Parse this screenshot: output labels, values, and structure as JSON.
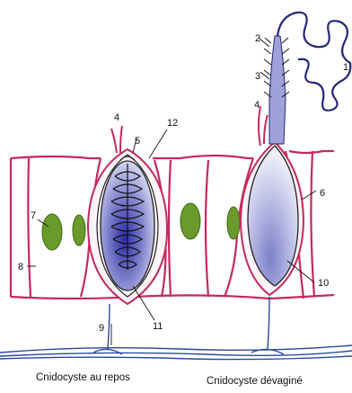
{
  "diagram": {
    "captions": {
      "left": "Cnidocyste au repos",
      "right": "Cnidocyste dévaginé"
    },
    "labels": {
      "n1": "1",
      "n2": "2",
      "n3": "3",
      "n4_left": "4",
      "n4_right": "4",
      "n5": "5",
      "n6": "6",
      "n7": "7",
      "n8": "8",
      "n9": "9",
      "n10": "10",
      "n11": "11",
      "n12": "12"
    },
    "colors": {
      "membrane": "#c42a5a",
      "nucleus": "#6a9a2a",
      "capsule": "#4a4aa8",
      "nerve": "#2a4a9a",
      "thread": "#26267a"
    }
  }
}
